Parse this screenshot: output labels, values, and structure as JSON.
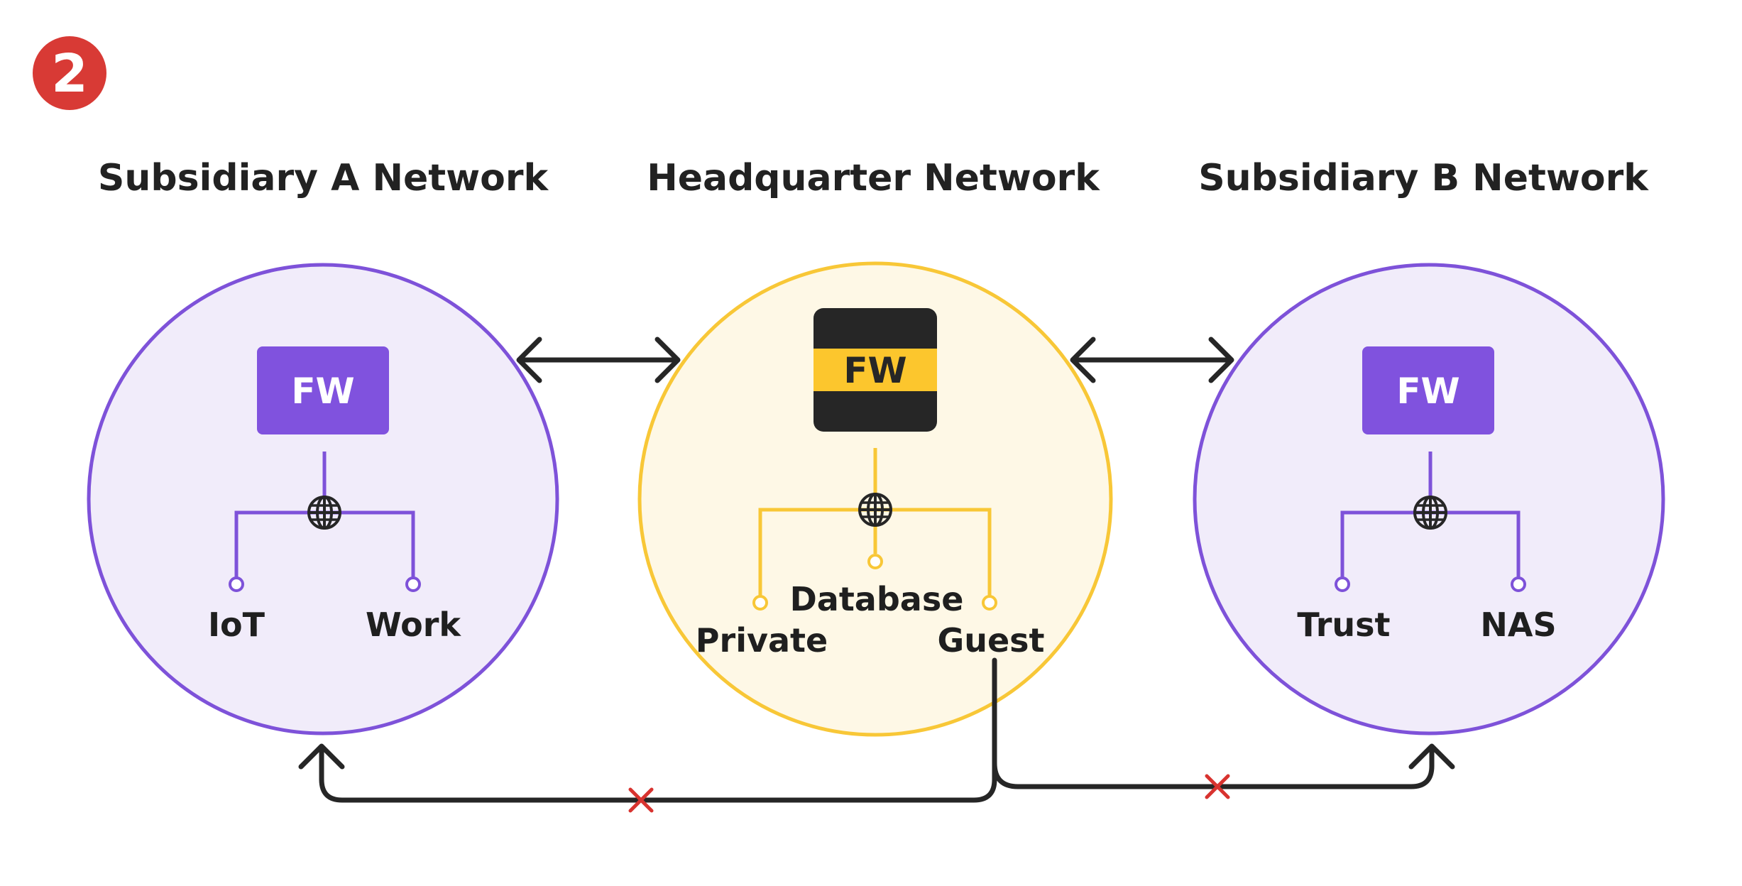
{
  "step_number": "2",
  "titles": {
    "left": "Subsidiary A Network",
    "center": "Headquarter Network",
    "right": "Subsidiary B Network"
  },
  "subsidiary_a": {
    "firewall_label": "FW",
    "segments": [
      "IoT",
      "Work"
    ]
  },
  "headquarter": {
    "firewall_label": "FW",
    "segments": [
      "Private",
      "Database",
      "Guest"
    ]
  },
  "subsidiary_b": {
    "firewall_label": "FW",
    "segments": [
      "Trust",
      "NAS"
    ]
  },
  "colors": {
    "purple_stroke": "#7E52D9",
    "purple_fill": "#F1ECFA",
    "purple_box": "#8052DE",
    "yellow_stroke": "#F8C737",
    "yellow_fill": "#FEF8E6",
    "yellow_band": "#FCC62D",
    "dark": "#262626",
    "badge_red": "#D83A35",
    "blocked_red": "#D8332F"
  }
}
